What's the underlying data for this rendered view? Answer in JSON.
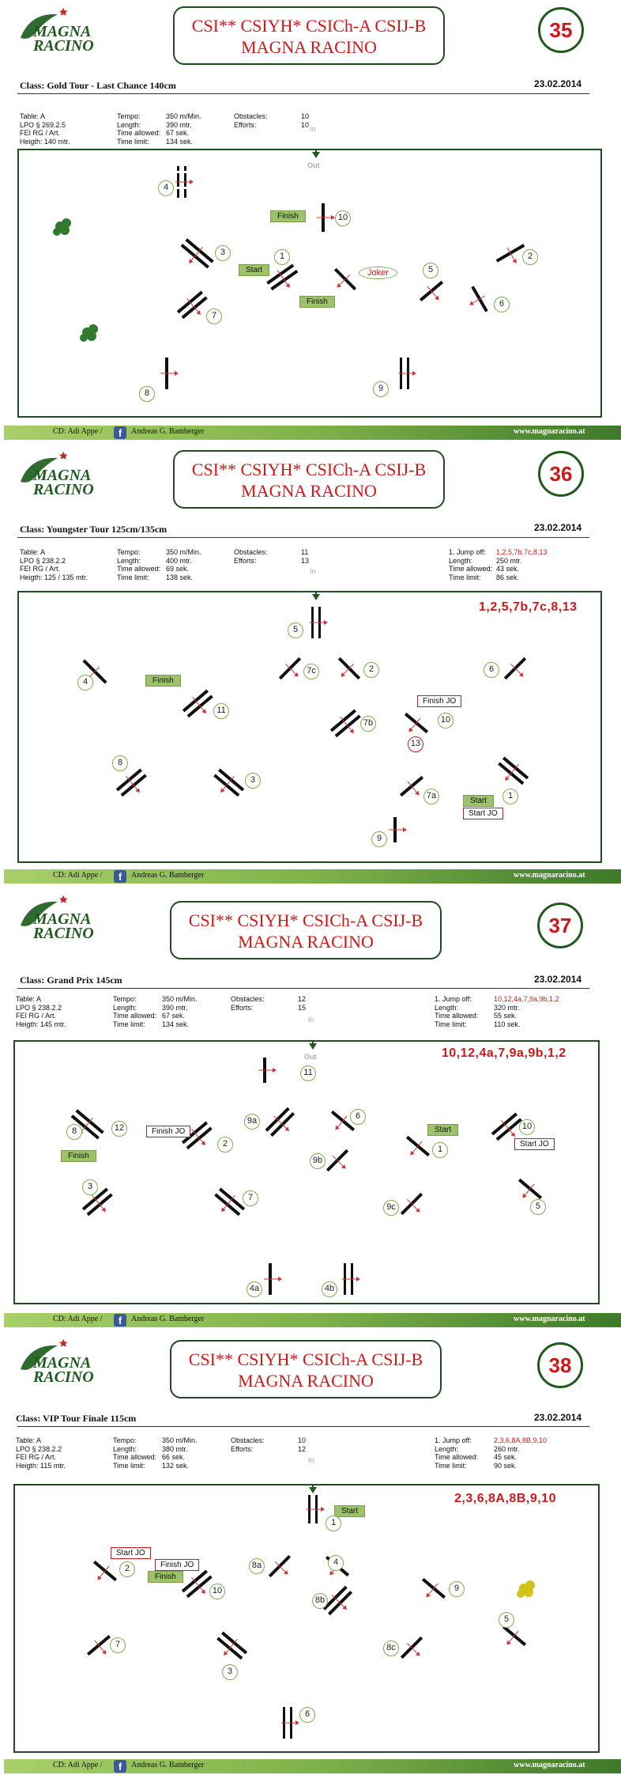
{
  "common": {
    "title_line1": "CSI** CSIYH* CSICh-A CSIJ-B",
    "title_line2": "MAGNA RACINO",
    "logo_text1": "MAGNA",
    "logo_text2": "RACINO",
    "class_prefix": "Class:",
    "in_label": "In",
    "out_label": "Out",
    "footer_cd": "CD: Adi Appe /",
    "footer_author": "Andreas G. Bamberger",
    "footer_web": "www.magnaracino.at",
    "fb_icon": "f"
  },
  "colors": {
    "title_red": "#d01818",
    "frame_green": "#1f4d1f",
    "label_green": "#7ab04a",
    "tag_green": "#9cc26a"
  },
  "pages": [
    {
      "number": "35",
      "class": "Gold Tour - Last Chance 140cm",
      "date": "23.02.2014",
      "col1": [
        "Table: A",
        "LPO § 269.2.5",
        "FEI RG / Art.",
        "Heigth: 140 mtr."
      ],
      "col2": [
        [
          "Tempo:",
          "350 m/Min."
        ],
        [
          "Length:",
          "390 mtr."
        ],
        [
          "Time allowed:",
          "67 sek."
        ],
        [
          "Time limit:",
          "134 sek."
        ]
      ],
      "col3": [
        [
          "Obstacles:",
          "10"
        ],
        [
          "Efforts:",
          "10"
        ]
      ],
      "jumpoff": null,
      "sequence": "",
      "tags": [
        {
          "text": "Finish",
          "type": "green"
        },
        {
          "text": "Start",
          "type": "green"
        },
        {
          "text": "Finish",
          "type": "green"
        }
      ],
      "joker": "Joker",
      "labels": [
        "4",
        "10",
        "3",
        "1",
        "2",
        "5",
        "6",
        "7",
        "8",
        "9"
      ]
    },
    {
      "number": "36",
      "class": "Youngster Tour 125cm/135cm",
      "date": "23.02.2014",
      "col1": [
        "Table: A",
        "LPO § 238.2.2",
        "FEI RG / Art.",
        "Heigth: 125 / 135 mtr."
      ],
      "col2": [
        [
          "Tempo:",
          "350 m/Min."
        ],
        [
          "Length:",
          "400 mtr."
        ],
        [
          "Time allowed:",
          "69 sek."
        ],
        [
          "Time limit:",
          "138 sek."
        ]
      ],
      "col3": [
        [
          "Obstacles:",
          "11"
        ],
        [
          "Efforts:",
          "13"
        ]
      ],
      "jumpoff": {
        "title": "1. Jump off:",
        "seq": "1,2,5,7b,7c,8,13",
        "rows": [
          [
            "Length:",
            "250 mtr."
          ],
          [
            "Time allowed:",
            "43 sek."
          ],
          [
            "Time limit:",
            "86 sek."
          ]
        ]
      },
      "sequence": "1,2,5,7b,7c,8,13",
      "tags": [
        {
          "text": "Finish",
          "type": "green"
        },
        {
          "text": "Finish JO",
          "type": "red"
        },
        {
          "text": "Start",
          "type": "green"
        },
        {
          "text": "Start JO",
          "type": "red"
        }
      ],
      "labels": [
        "5",
        "4",
        "7c",
        "2",
        "6",
        "11",
        "7b",
        "10",
        "13",
        "8",
        "3",
        "7a",
        "1",
        "9"
      ]
    },
    {
      "number": "37",
      "class": "Grand Prix 145cm",
      "date": "23.02.2014",
      "col1": [
        "Table: A",
        "LPO § 238.2.2",
        "FEI RG / Art.",
        "Heigth: 145 mtr."
      ],
      "col2": [
        [
          "Tempo:",
          "350 m/Min."
        ],
        [
          "Length:",
          "390 mtr."
        ],
        [
          "Time allowed:",
          "67 sek."
        ],
        [
          "Time limit:",
          "134 sek."
        ]
      ],
      "col3": [
        [
          "Obstacles:",
          "12"
        ],
        [
          "Efforts:",
          "15"
        ]
      ],
      "jumpoff": {
        "title": "1. Jump off:",
        "seq": "10,12,4a,7,9a,9b,1,2",
        "rows": [
          [
            "Length:",
            "320 mtr."
          ],
          [
            "Time allowed:",
            "55 sek."
          ],
          [
            "Time limit:",
            "110 sek."
          ]
        ]
      },
      "sequence": "10,12,4a,7,9a,9b,1,2",
      "tags": [
        {
          "text": "Finish JO",
          "type": "red"
        },
        {
          "text": "Start",
          "type": "green"
        },
        {
          "text": "Start JO",
          "type": "red"
        },
        {
          "text": "Finish",
          "type": "green"
        }
      ],
      "labels": [
        "11",
        "8",
        "12",
        "9a",
        "6",
        "2",
        "10",
        "1",
        "9b",
        "3",
        "7",
        "9c",
        "5",
        "4a",
        "4b"
      ]
    },
    {
      "number": "38",
      "class": "VIP Tour Finale 115cm",
      "date": "23.02.2014",
      "col1": [
        "Table: A",
        "LPO § 238.2.2",
        "FEI RG / Art.",
        "Heigth: 115 mtr."
      ],
      "col2": [
        [
          "Tempo:",
          "350 m/Min."
        ],
        [
          "Length:",
          "380 mtr."
        ],
        [
          "Time allowed:",
          "66 sek."
        ],
        [
          "Time limit:",
          "132 sek."
        ]
      ],
      "col3": [
        [
          "Obstacles:",
          "10"
        ],
        [
          "Efforts:",
          "12"
        ]
      ],
      "jumpoff": {
        "title": "1. Jump off:",
        "seq": "2,3,6,8A,8B,9,10",
        "rows": [
          [
            "Length:",
            "260 mtr."
          ],
          [
            "Time allowed:",
            "45 sek."
          ],
          [
            "Time limit:",
            "90 sek."
          ]
        ]
      },
      "sequence": "2,3,6,8A,8B,9,10",
      "tags": [
        {
          "text": "Start",
          "type": "green"
        },
        {
          "text": "Start JO",
          "type": "red"
        },
        {
          "text": "Finish JO",
          "type": "red"
        },
        {
          "text": "Finish",
          "type": "green"
        }
      ],
      "labels": [
        "1",
        "2",
        "8a",
        "4",
        "10",
        "8b",
        "9",
        "5",
        "7",
        "3",
        "8c",
        "6"
      ]
    }
  ]
}
